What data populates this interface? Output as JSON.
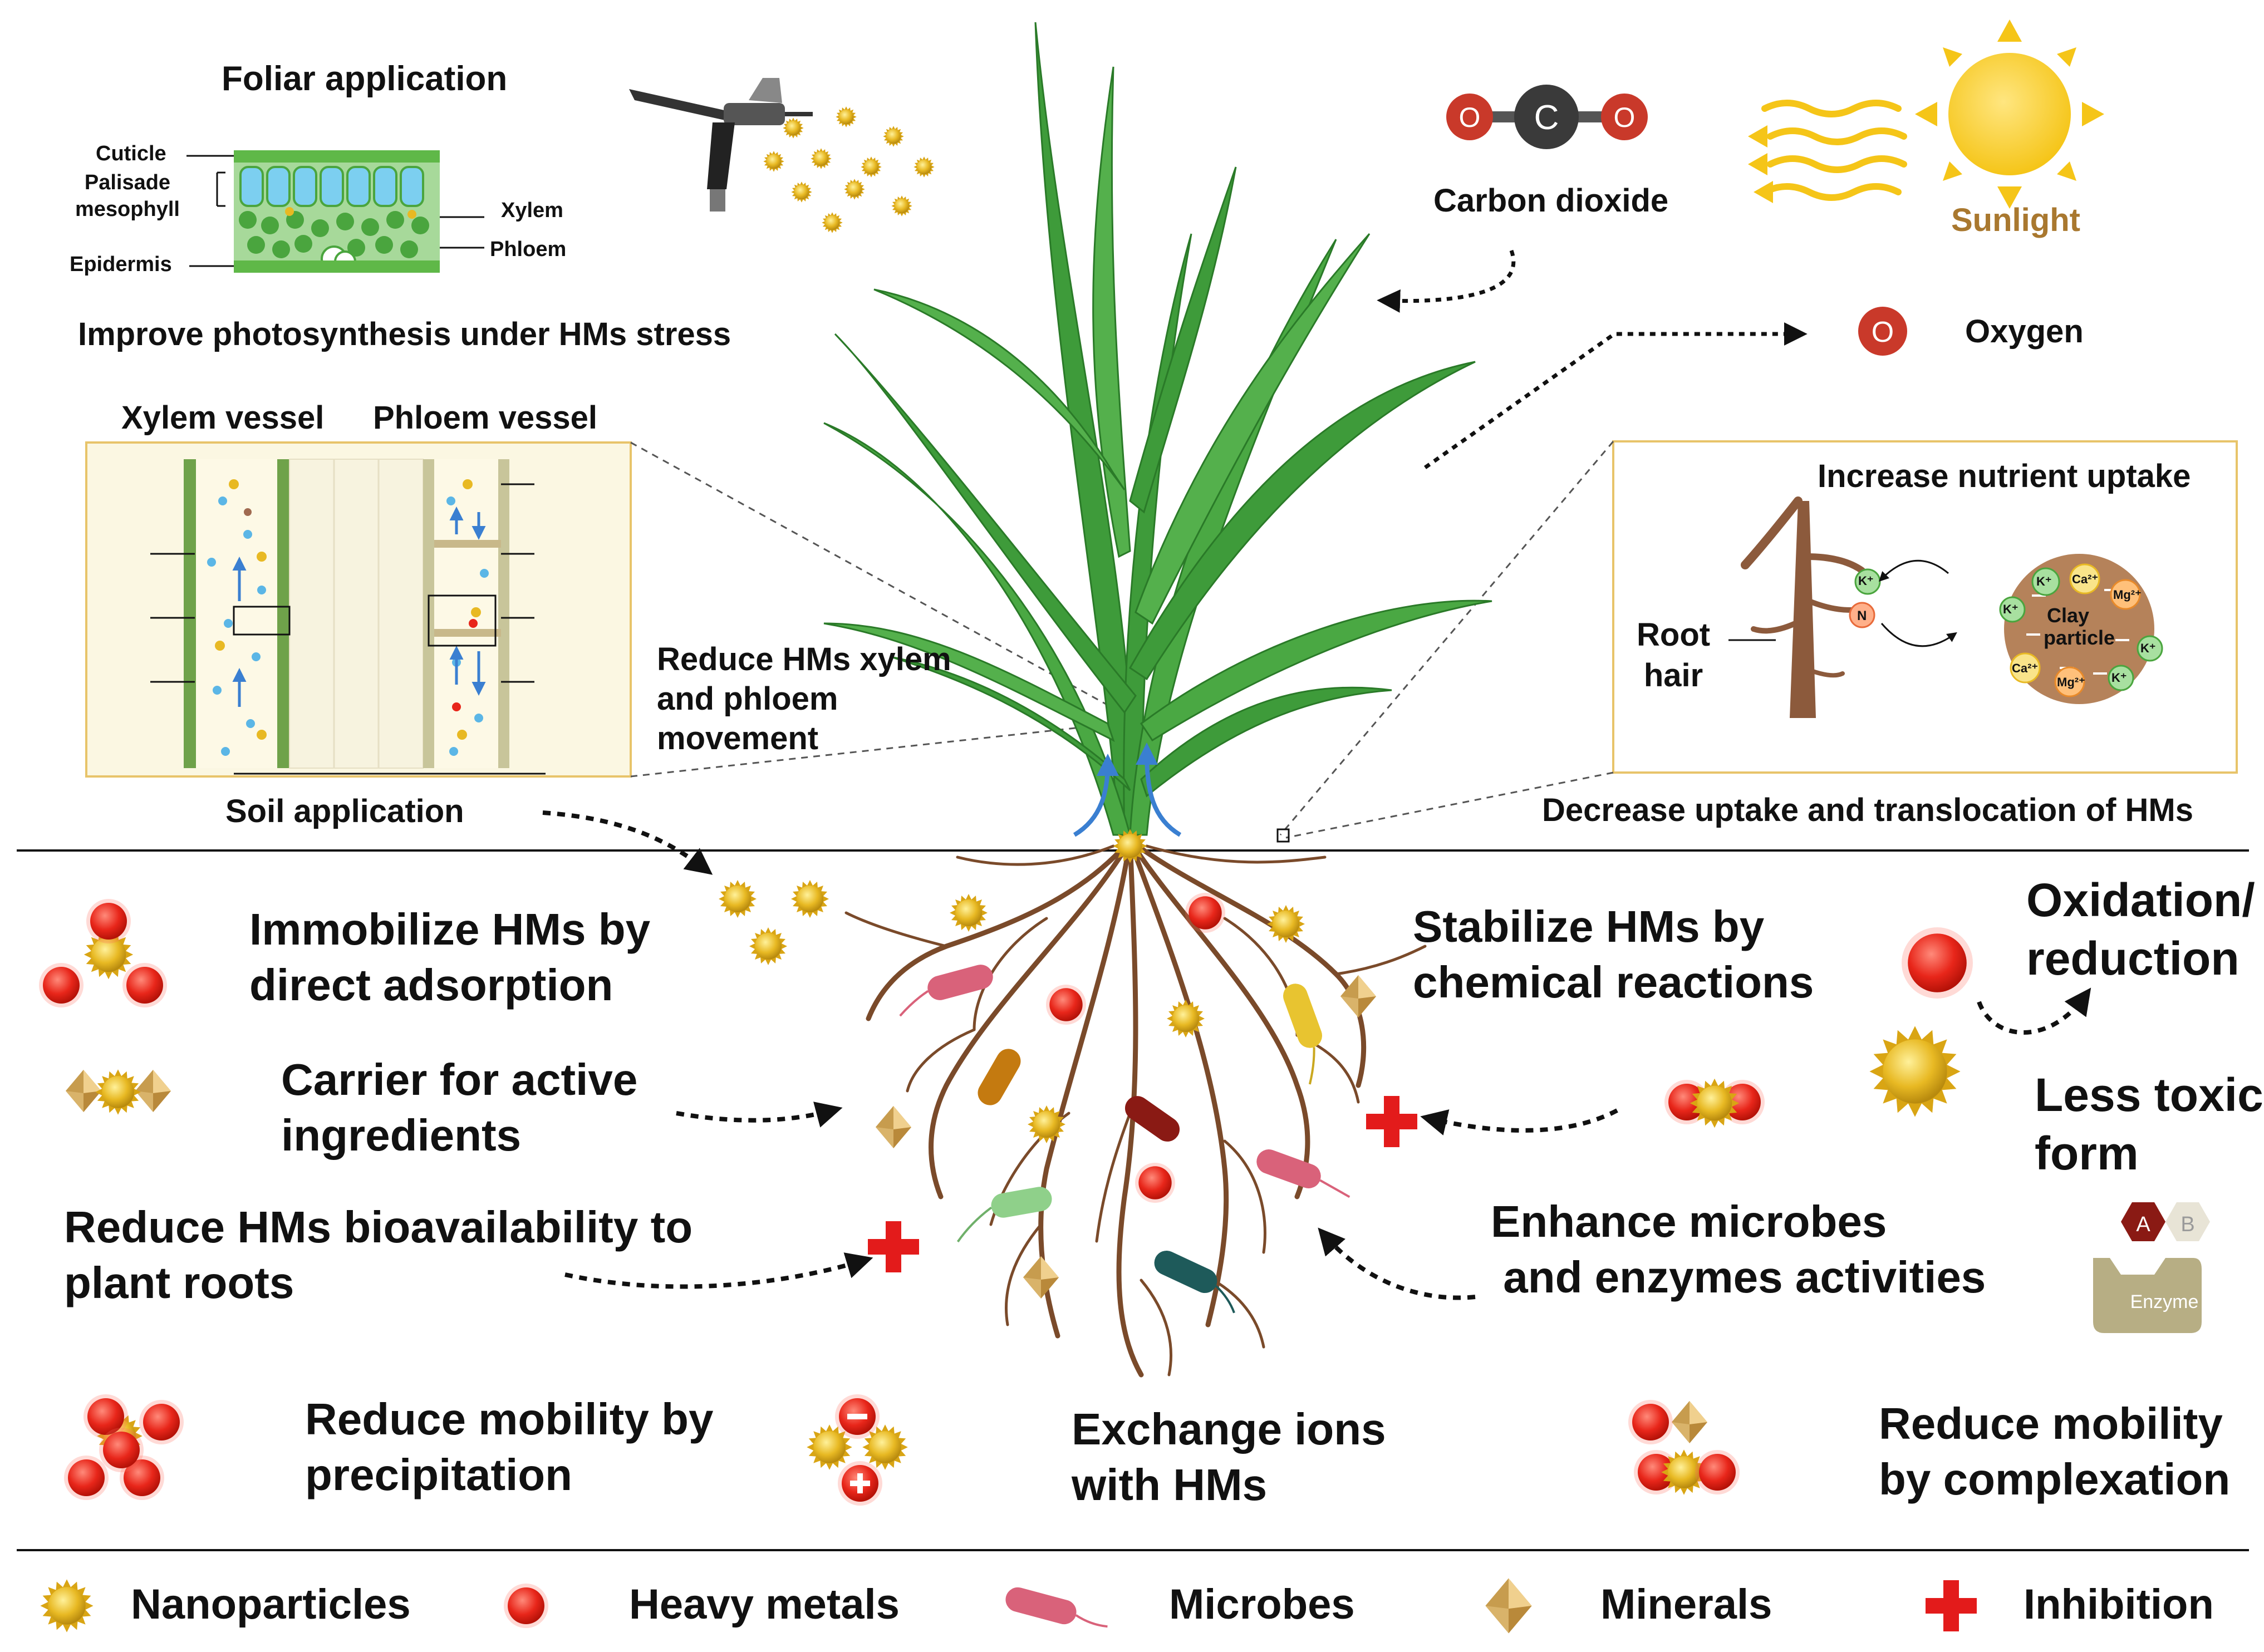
{
  "colors": {
    "nanoparticle": "#E8B923",
    "heavy_metal": "#E8261A",
    "leaf": "#3E9B3A",
    "root": "#7A4A2A",
    "enzyme": "#B7AE84",
    "mineral": "#D9B36A",
    "inhibition": "#E31B1B"
  },
  "top": {
    "foliar_title": "Foliar application",
    "leaf_labels": {
      "cuticle": "Cuticle",
      "palisade": "Palisade\nmesophyll",
      "epidermis": "Epidermis",
      "xylem": "Xylem",
      "phloem": "Phloem"
    },
    "photosynthesis": "Improve photosynthesis under HMs stress",
    "co2_label": "Carbon dioxide",
    "co2_atoms": [
      "O",
      "C",
      "O"
    ],
    "sunlight": "Sunlight",
    "oxygen_atom": "O",
    "oxygen": "Oxygen",
    "xylem_vessel": "Xylem vessel",
    "phloem_vessel": "Phloem vessel",
    "reduce_movement": "Reduce HMs xylem\nand phloem\nmovement",
    "nutrient_title": "Increase nutrient uptake",
    "root_hair": "Root\nhair",
    "clay": "Clay\nparticle",
    "ions": {
      "k": "K⁺",
      "n": "N",
      "ca": "Ca²⁺",
      "mg": "Mg²⁺"
    },
    "decrease": "Decrease uptake and translocation of HMs",
    "soil_app": "Soil application"
  },
  "bottom": {
    "immobilize": "Immobilize HMs by\ndirect adsorption",
    "carrier": "Carrier for active\ningredients",
    "bioavail": "Reduce HMs bioavailability to\nplant roots",
    "precip": "Reduce mobility by\nprecipitation",
    "exchange": "Exchange ions\nwith HMs",
    "stabilize": "Stabilize HMs by\nchemical reactions",
    "oxred": "Oxidation/\nreduction",
    "lesstoxic": "Less toxic\nform",
    "enhance": "Enhance microbes\n and enzymes activities",
    "enzyme": "Enzyme",
    "enzyme_a": "A",
    "enzyme_b": "B",
    "complex": "Reduce mobility\nby complexation"
  },
  "legend": [
    {
      "label": "Nanoparticles"
    },
    {
      "label": "Heavy metals"
    },
    {
      "label": "Microbes"
    },
    {
      "label": "Minerals"
    },
    {
      "label": "Inhibition"
    }
  ]
}
